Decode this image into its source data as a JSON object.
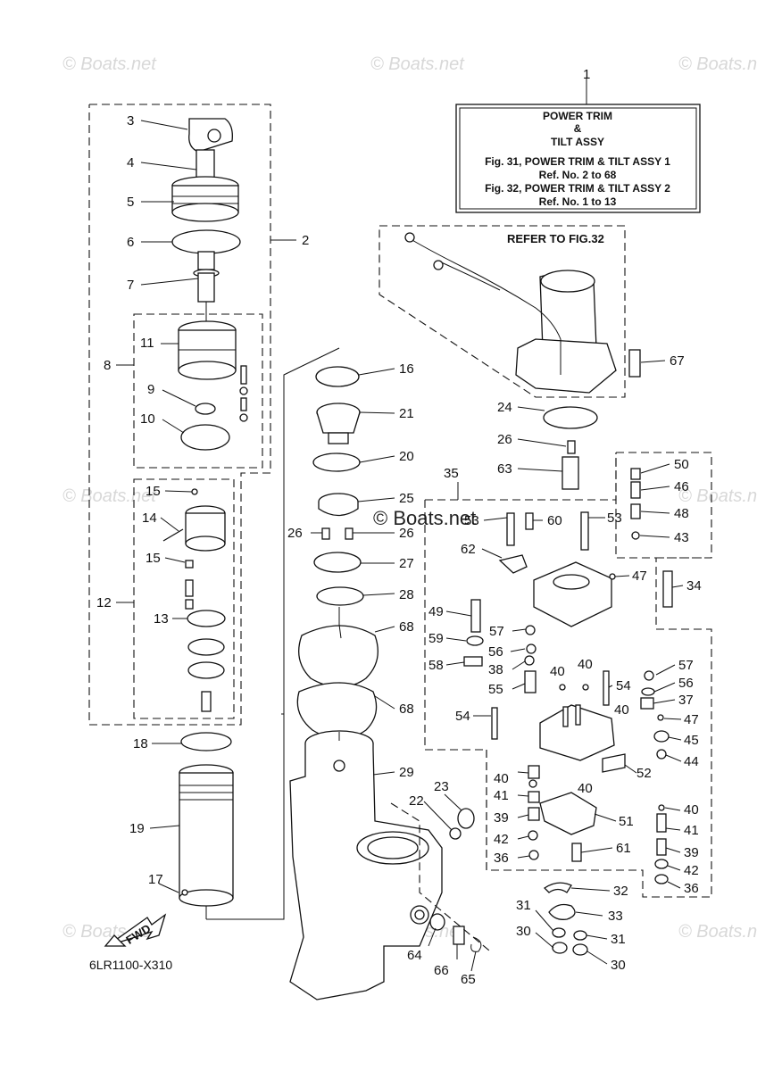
{
  "title_box": {
    "line1": "POWER TRIM",
    "line2": "&",
    "line3": "TILT ASSY",
    "line4": "Fig. 31, POWER TRIM & TILT ASSY 1",
    "line5": "Ref. No. 2 to 68",
    "line6": "Fig. 32, POWER TRIM & TILT ASSY 2",
    "line7": "Ref. No. 1 to 13"
  },
  "refer_note": "REFER TO FIG.32",
  "fwd_label": "FWD",
  "diagram_code": "6LR1100-X310",
  "watermark": "© Boats.net",
  "watermark_center": "© Boats.net",
  "callouts": [
    "1",
    "2",
    "3",
    "4",
    "5",
    "6",
    "7",
    "8",
    "9",
    "10",
    "11",
    "12",
    "13",
    "14",
    "15",
    "15",
    "16",
    "17",
    "18",
    "19",
    "20",
    "21",
    "22",
    "23",
    "24",
    "25",
    "26",
    "26",
    "26",
    "27",
    "28",
    "29",
    "30",
    "30",
    "31",
    "31",
    "32",
    "33",
    "34",
    "35",
    "36",
    "36",
    "37",
    "38",
    "39",
    "39",
    "40",
    "40",
    "40",
    "40",
    "40",
    "40",
    "41",
    "41",
    "42",
    "42",
    "43",
    "44",
    "45",
    "46",
    "47",
    "47",
    "48",
    "49",
    "50",
    "51",
    "52",
    "53",
    "53",
    "54",
    "54",
    "55",
    "56",
    "56",
    "57",
    "57",
    "58",
    "59",
    "60",
    "61",
    "62",
    "63",
    "64",
    "65",
    "66",
    "67",
    "68",
    "68"
  ]
}
